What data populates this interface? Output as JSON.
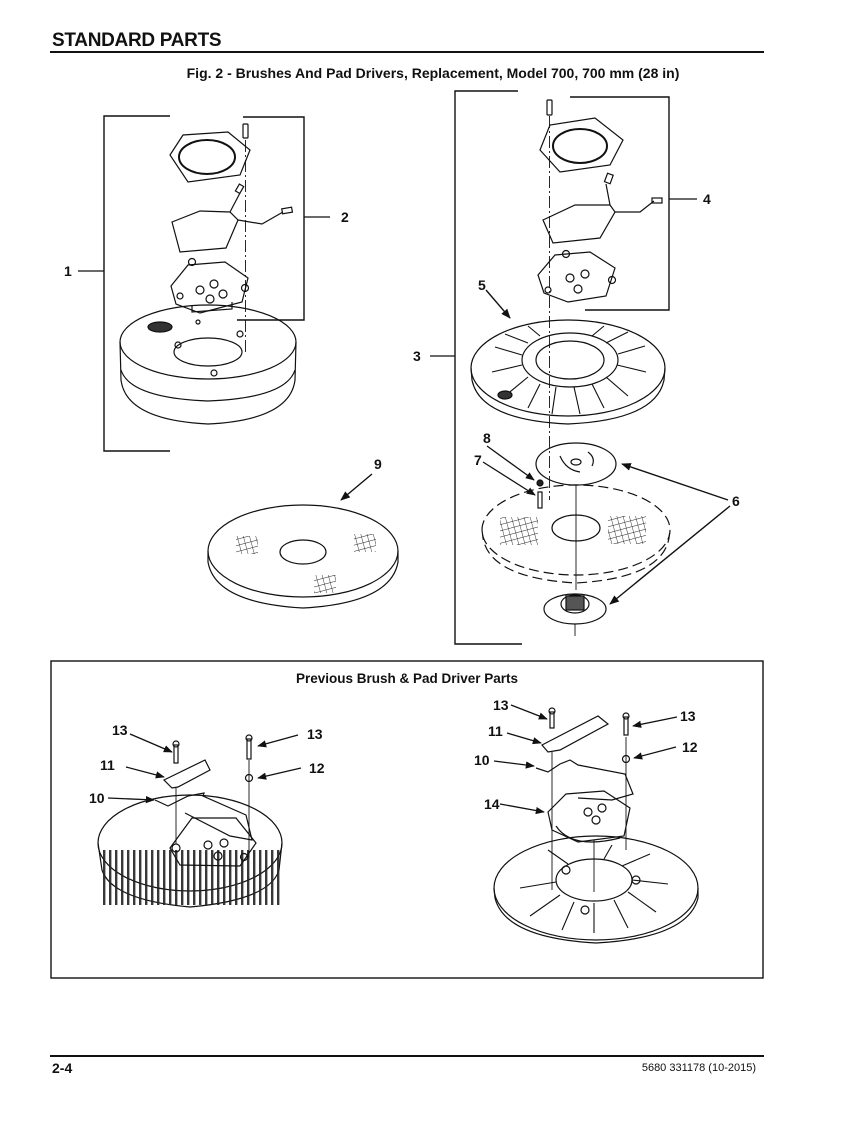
{
  "header": {
    "section_title": "STANDARD PARTS",
    "figure_caption": "Fig. 2 - Brushes And Pad Drivers, Replacement, Model 700, 700 mm (28 in)"
  },
  "main_figure": {
    "callouts": {
      "c1": "1",
      "c2": "2",
      "c3": "3",
      "c4": "4",
      "c5": "5",
      "c6": "6",
      "c7": "7",
      "c8": "8",
      "c9": "9"
    }
  },
  "inset": {
    "title": "Previous Brush & Pad Driver Parts",
    "left_callouts": {
      "c13a": "13",
      "c13b": "13",
      "c11": "11",
      "c12": "12",
      "c10": "10"
    },
    "right_callouts": {
      "c13a": "13",
      "c13b": "13",
      "c11": "11",
      "c12": "12",
      "c10": "10",
      "c14": "14"
    }
  },
  "footer": {
    "page_number": "2-4",
    "document_id": "5680 331178 (10-2015)"
  }
}
